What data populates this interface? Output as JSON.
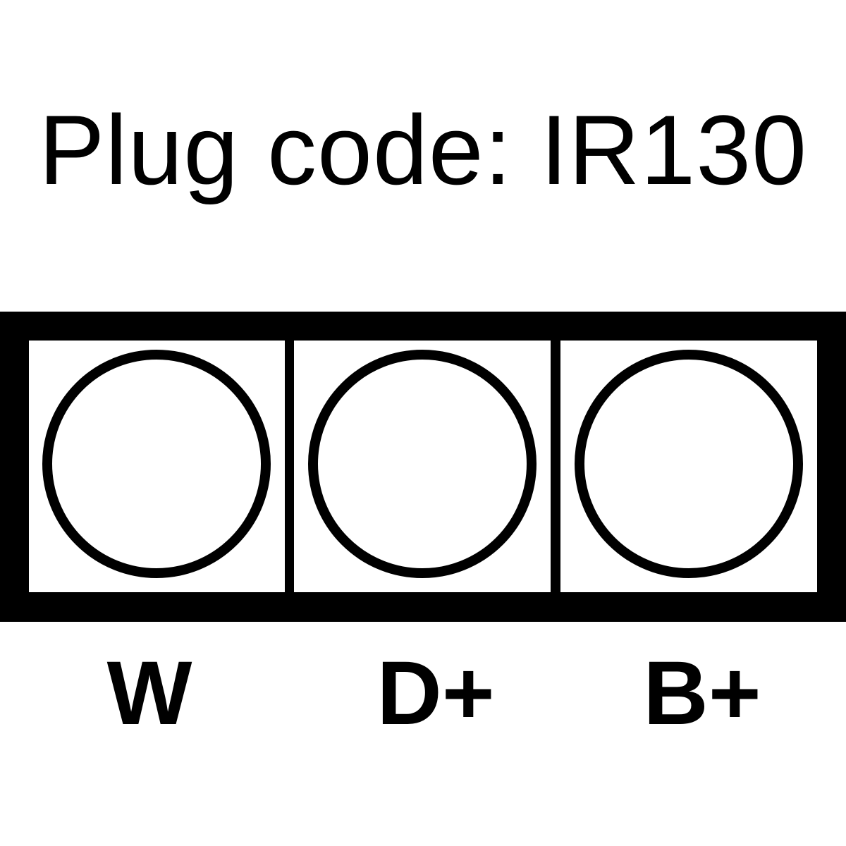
{
  "title": "Plug code: IR130",
  "colors": {
    "background": "#ffffff",
    "ink": "#000000"
  },
  "pins": [
    {
      "label": "W"
    },
    {
      "label": "D+"
    },
    {
      "label": "B+"
    }
  ]
}
